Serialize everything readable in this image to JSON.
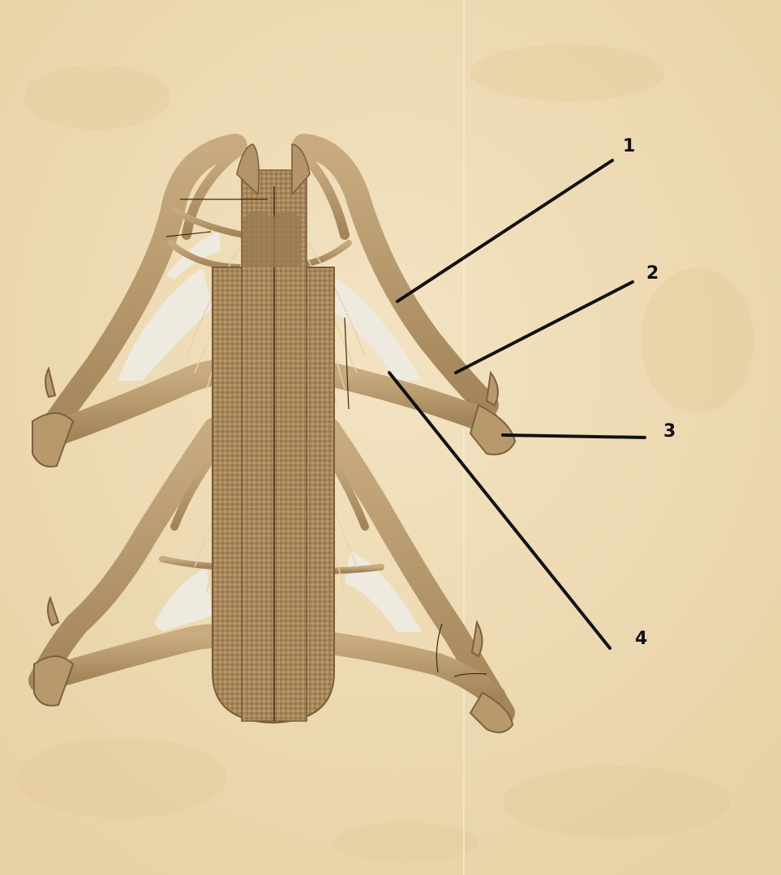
{
  "callouts": [
    {
      "id": "1",
      "label": "1"
    },
    {
      "id": "2",
      "label": "2"
    },
    {
      "id": "3",
      "label": "3"
    },
    {
      "id": "4",
      "label": "4"
    }
  ],
  "colors": {
    "paper": "#efdcb4",
    "cord": "#a98a5c",
    "nerve": "#b79a6e",
    "fiber": "#e6d3ae",
    "gap": "#eeeae0",
    "leader": "#111111"
  }
}
